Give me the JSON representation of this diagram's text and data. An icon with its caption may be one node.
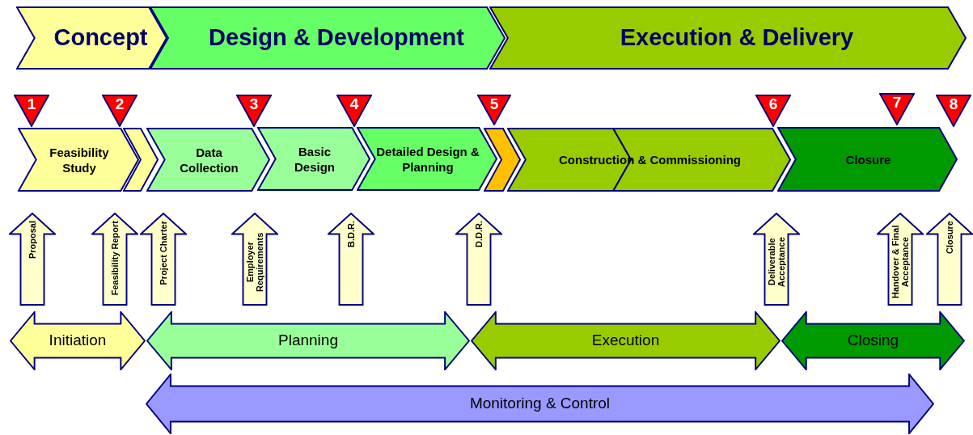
{
  "diagram": {
    "nodes": [
      {
        "text": [
          "Concept"
        ]
      },
      {
        "text": [
          "Design & Development"
        ]
      },
      {
        "text": [
          "Execution & Delivery"
        ]
      },
      {
        "text": [
          "1"
        ]
      },
      {
        "text": [
          "2"
        ]
      },
      {
        "text": [
          "3"
        ]
      },
      {
        "text": [
          "4"
        ]
      },
      {
        "text": [
          "5"
        ]
      },
      {
        "text": [
          "6"
        ]
      },
      {
        "text": [
          "7"
        ]
      },
      {
        "text": [
          "8"
        ]
      },
      {
        "text": [
          "Feasibility Study"
        ]
      },
      {
        "text": [],
        "shape": "chevron"
      },
      {
        "text": [
          "Data Collection"
        ]
      },
      {
        "text": [
          "Basic Design"
        ]
      },
      {
        "text": [
          "Detailed Design & Planning"
        ]
      },
      {
        "text": [],
        "shape": "chevron"
      },
      {
        "text": [
          "Construction & Commissioning"
        ]
      },
      {
        "text": [
          "Closure"
        ]
      },
      {
        "text": [
          "Proposal"
        ]
      },
      {
        "text": [
          "Feasibility Report"
        ]
      },
      {
        "text": [
          "Project Charter"
        ]
      },
      {
        "text": [
          "Employer Requirements"
        ]
      },
      {
        "text": [
          "B.D.R."
        ]
      },
      {
        "text": [
          "D.D.R."
        ]
      },
      {
        "text": [
          "Deliverable Acceptance"
        ]
      },
      {
        "text": [
          "Handover & Final Acceptance"
        ]
      },
      {
        "text": [
          "Closure"
        ]
      },
      {
        "text": [
          "Initiation"
        ]
      },
      {
        "text": [
          "Planning"
        ]
      },
      {
        "text": [
          "Execution"
        ]
      },
      {
        "text": [
          "Closing"
        ]
      },
      {
        "text": [
          "Monitoring & Control"
        ]
      }
    ]
  }
}
